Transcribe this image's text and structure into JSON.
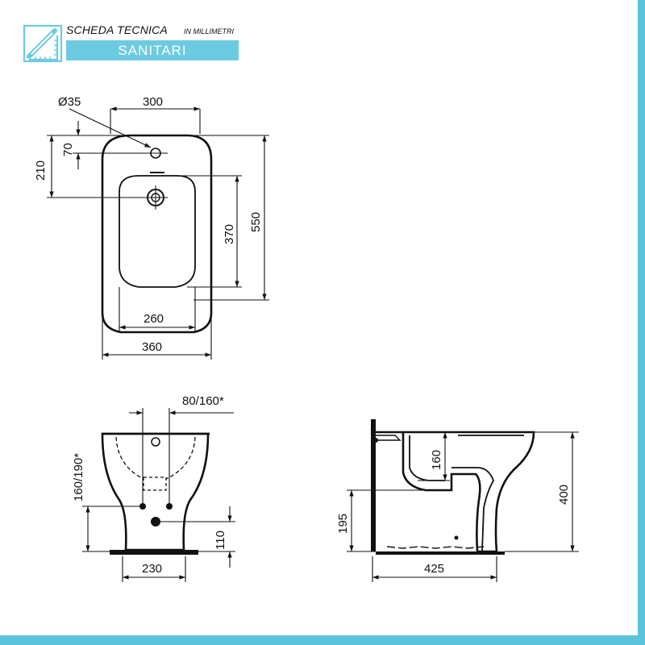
{
  "header": {
    "title": "SCHEDA TECNICA",
    "unit": "IN MILLIMETRI",
    "category": "SANITARI",
    "icon": "ruler-pencil-icon"
  },
  "colors": {
    "accent": "#6CCBE0",
    "line": "#111111",
    "frame": "#5BC4DB"
  },
  "top_view": {
    "hole_diameter": "Ø35",
    "width_top": "300",
    "depth_70": "70",
    "depth_210": "210",
    "bowl_length": "370",
    "total_length": "550",
    "bowl_width": "260",
    "total_width": "360"
  },
  "front_view": {
    "offset": "80/160*",
    "height_supply": "160/190*",
    "drain_height": "110",
    "base_width": "230"
  },
  "side_view": {
    "depth_160": "160",
    "height_195": "195",
    "total_height": "400",
    "base_depth": "425"
  }
}
